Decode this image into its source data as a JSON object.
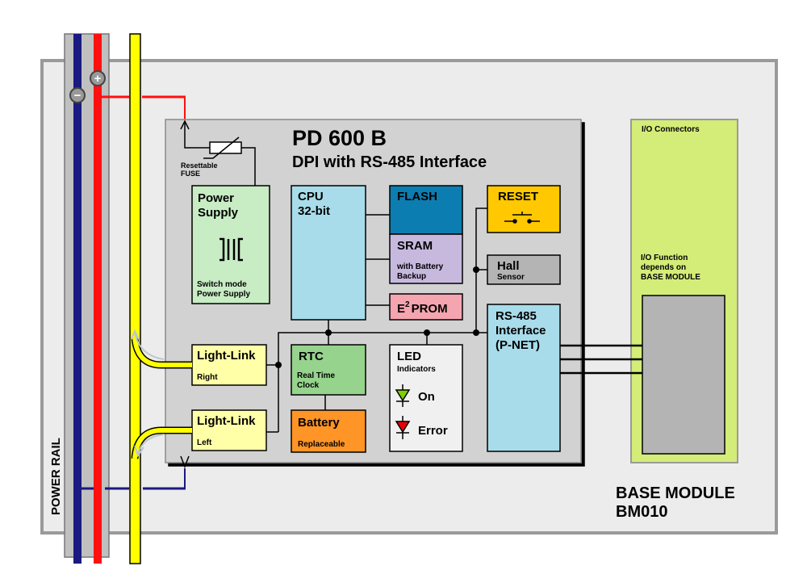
{
  "device": {
    "title": "PD 600 B",
    "subtitle": "DPI with RS-485 Interface"
  },
  "base_module": {
    "line1": "BASE MODULE",
    "line2": "BM010"
  },
  "power_rail": {
    "label": "POWER RAIL",
    "minus_symbol": "−",
    "plus_symbol": "+"
  },
  "fuse": {
    "line1": "Resettable",
    "line2": "FUSE"
  },
  "power_supply": {
    "title_line1": "Power",
    "title_line2": "Supply",
    "desc_line1": "Switch mode",
    "desc_line2": "Power Supply"
  },
  "cpu": {
    "line1": "CPU",
    "line2": "32-bit"
  },
  "flash": {
    "label": "FLASH"
  },
  "sram": {
    "label": "SRAM",
    "desc_line1": "with Battery",
    "desc_line2": "Backup"
  },
  "eeprom": {
    "prefix": "E",
    "superscript": "2",
    "suffix": "PROM"
  },
  "reset": {
    "label": "RESET"
  },
  "hall": {
    "label": "Hall",
    "desc": "Sensor"
  },
  "rs485": {
    "line1": "RS-485",
    "line2": "Interface",
    "line3": "(P-NET)"
  },
  "light_link_right": {
    "label": "Light-Link",
    "desc": "Right"
  },
  "light_link_left": {
    "label": "Light-Link",
    "desc": "Left"
  },
  "rtc": {
    "label": "RTC",
    "desc_line1": "Real Time",
    "desc_line2": "Clock"
  },
  "battery": {
    "label": "Battery",
    "desc": "Replaceable"
  },
  "led": {
    "title": "LED",
    "subtitle": "Indicators",
    "on_label": "On",
    "error_label": "Error",
    "on_color": "#7fd000",
    "error_color": "#ee0000"
  },
  "io": {
    "header": "I/O Connectors",
    "desc_line1": "I/O Function",
    "desc_line2": "depends on",
    "desc_line3": "BASE MODULE"
  },
  "colors": {
    "rail_blue": "#1a1a80",
    "rail_red": "#ff1010",
    "rail_yellow": "#ffff00",
    "base_gray": "#ececec",
    "device_gray": "#d2d2d2",
    "cpu_blue": "#a8dcea",
    "flash_blue": "#0c7db0",
    "sram_purple": "#c7b9de",
    "eeprom_pink": "#f4a5b0",
    "reset_yellow": "#ffc800",
    "hall_gray": "#b4b4b4",
    "power_green": "#c8ecc4",
    "rtc_green": "#96d38c",
    "battery_orange": "#ff9427",
    "lightlink_yellow": "#ffffa8",
    "io_green": "#d4ec78"
  }
}
